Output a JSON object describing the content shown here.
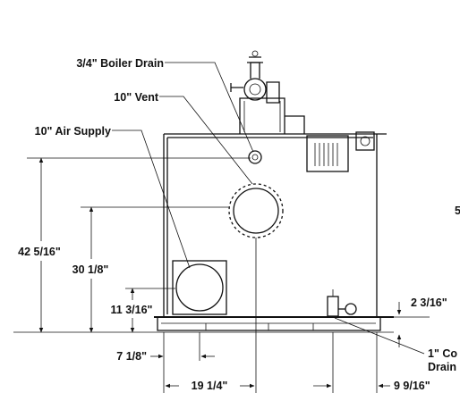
{
  "callouts": {
    "boiler_drain": "3/4\" Boiler Drain",
    "vent": "10\" Vent",
    "air_supply": "10\" Air Supply",
    "right_drain_line1": "1\" Co",
    "right_drain_line2": "Drain"
  },
  "dimensions": {
    "height_overall": "42 5/16\"",
    "height_vent": "30 1/8\"",
    "height_air": "11 3/16\"",
    "offset_left": "7 1/8\"",
    "width_vent": "19 1/4\"",
    "offset_right": "9 9/16\"",
    "offset_base": "2 3/16\""
  },
  "edge_text": "5"
}
